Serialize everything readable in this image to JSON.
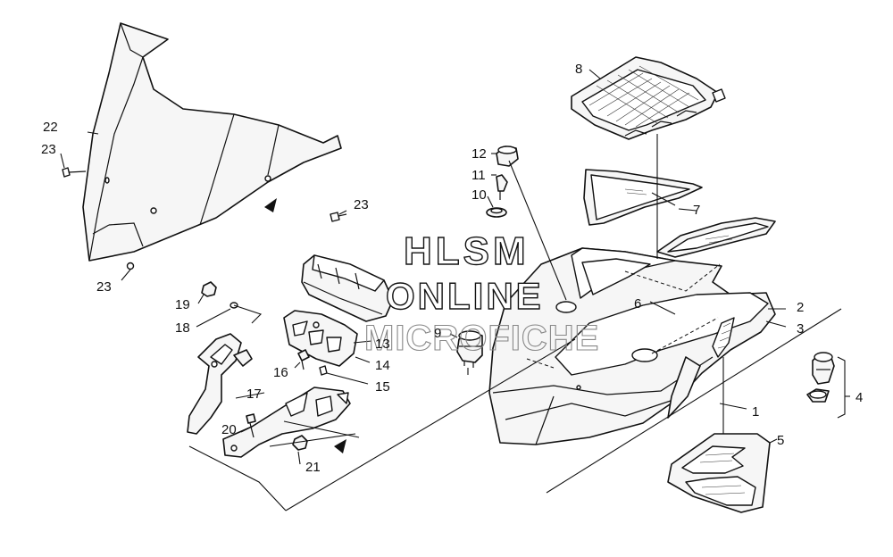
{
  "callouts": [
    "1",
    "2",
    "3",
    "4",
    "5",
    "6",
    "7",
    "8",
    "9",
    "10",
    "11",
    "12",
    "13",
    "14",
    "15",
    "16",
    "17",
    "18",
    "19",
    "20",
    "21",
    "22",
    "23"
  ],
  "watermark": {
    "line1": "HLSM",
    "line2": "ONLINE",
    "line3": "MICROFICHE"
  },
  "colors": {
    "ink": "#111111",
    "part_fill": "#f6f6f6",
    "background": "#ffffff"
  }
}
